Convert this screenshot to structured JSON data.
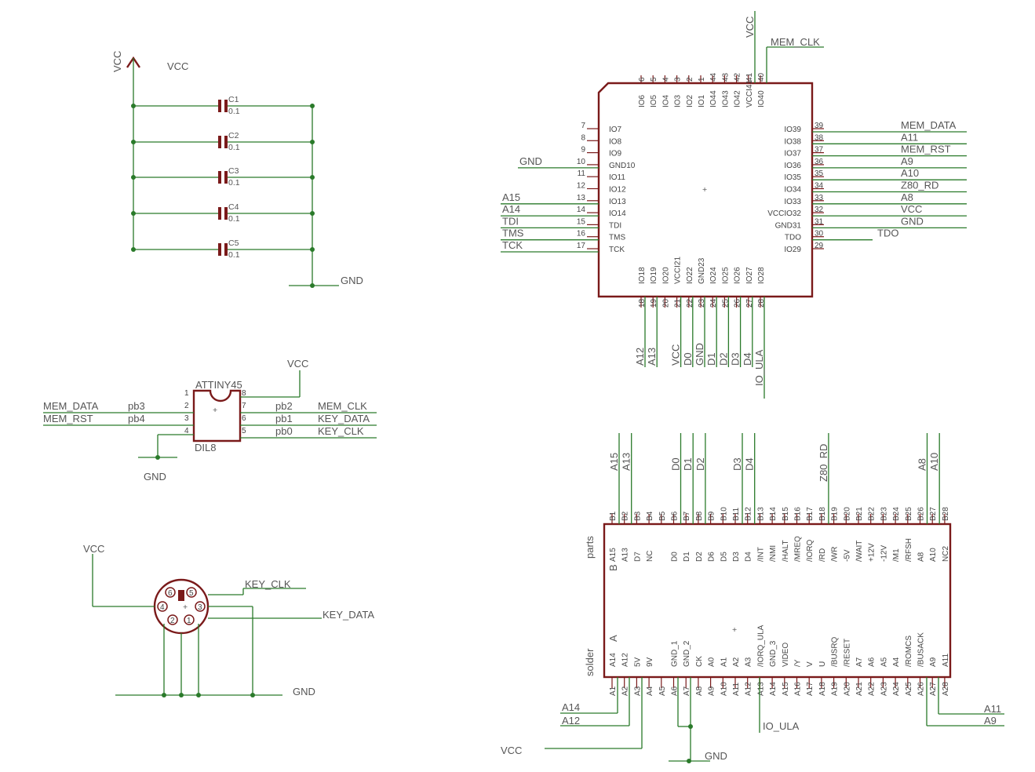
{
  "colors": {
    "wire": "#2a7a2a",
    "part": "#7a1a1a",
    "text": "#555555",
    "background": "#ffffff"
  },
  "power": {
    "vcc_symbol_label": "VCC",
    "vcc_bus_label": "VCC",
    "gnd_bus_label": "GND",
    "capacitors": [
      {
        "name": "C1",
        "value": "0.1"
      },
      {
        "name": "C2",
        "value": "0.1"
      },
      {
        "name": "C3",
        "value": "0.1"
      },
      {
        "name": "C4",
        "value": "0.1"
      },
      {
        "name": "C5",
        "value": "0.1"
      }
    ]
  },
  "attiny": {
    "name": "ATTINY45",
    "package": "DIL8",
    "vcc_label": "VCC",
    "gnd_label": "GND",
    "pins": [
      {
        "num": "1",
        "port": "",
        "net": ""
      },
      {
        "num": "2",
        "port": "pb3",
        "net": "MEM_DATA"
      },
      {
        "num": "3",
        "port": "pb4",
        "net": "MEM_RST"
      },
      {
        "num": "4",
        "port": "",
        "net": ""
      },
      {
        "num": "5",
        "port": "pb0",
        "net": "KEY_CLK"
      },
      {
        "num": "6",
        "port": "pb1",
        "net": "KEY_DATA"
      },
      {
        "num": "7",
        "port": "pb2",
        "net": "MEM_CLK"
      },
      {
        "num": "8",
        "port": "",
        "net": ""
      }
    ]
  },
  "ps2": {
    "vcc_label": "VCC",
    "gnd_label": "GND",
    "clk_label": "KEY_CLK",
    "data_label": "KEY_DATA",
    "pins": [
      "6",
      "5",
      "4",
      "3",
      "2",
      "1"
    ]
  },
  "cpld": {
    "top_nets": [
      "VCC",
      "MEM_CLK"
    ],
    "top_pins": [
      {
        "num": "6",
        "name": "IO6"
      },
      {
        "num": "5",
        "name": "IO5"
      },
      {
        "num": "4",
        "name": "IO4"
      },
      {
        "num": "3",
        "name": "IO3"
      },
      {
        "num": "2",
        "name": "IO2"
      },
      {
        "num": "1",
        "name": "IO1"
      },
      {
        "num": "44",
        "name": "IO44"
      },
      {
        "num": "43",
        "name": "IO43"
      },
      {
        "num": "42",
        "name": "IO42"
      },
      {
        "num": "41",
        "name": "VCCI41"
      },
      {
        "num": "40",
        "name": "IO40"
      }
    ],
    "left_pins": [
      {
        "num": "7",
        "name": "IO7",
        "net": ""
      },
      {
        "num": "8",
        "name": "IO8",
        "net": ""
      },
      {
        "num": "9",
        "name": "IO9",
        "net": ""
      },
      {
        "num": "10",
        "name": "GND10",
        "net": "GND"
      },
      {
        "num": "11",
        "name": "IO11",
        "net": ""
      },
      {
        "num": "12",
        "name": "IO12",
        "net": ""
      },
      {
        "num": "13",
        "name": "IO13",
        "net": "A15"
      },
      {
        "num": "14",
        "name": "IO14",
        "net": "A14"
      },
      {
        "num": "15",
        "name": "TDI",
        "net": "TDI"
      },
      {
        "num": "16",
        "name": "TMS",
        "net": "TMS"
      },
      {
        "num": "17",
        "name": "TCK",
        "net": "TCK"
      }
    ],
    "right_pins": [
      {
        "num": "39",
        "name": "IO39",
        "net": "MEM_DATA"
      },
      {
        "num": "38",
        "name": "IO38",
        "net": "A11"
      },
      {
        "num": "37",
        "name": "IO37",
        "net": "MEM_RST"
      },
      {
        "num": "36",
        "name": "IO36",
        "net": "A9"
      },
      {
        "num": "35",
        "name": "IO35",
        "net": "A10"
      },
      {
        "num": "34",
        "name": "IO34",
        "net": "Z80_RD"
      },
      {
        "num": "33",
        "name": "IO33",
        "net": "A8"
      },
      {
        "num": "32",
        "name": "VCCIO32",
        "net": "VCC"
      },
      {
        "num": "31",
        "name": "GND31",
        "net": "GND"
      },
      {
        "num": "30",
        "name": "TDO",
        "net": "TDO"
      },
      {
        "num": "29",
        "name": "IO29",
        "net": ""
      }
    ],
    "bottom_pins": [
      {
        "num": "18",
        "name": "IO18",
        "net": "A12"
      },
      {
        "num": "19",
        "name": "IO19",
        "net": "A13"
      },
      {
        "num": "20",
        "name": "IO20",
        "net": ""
      },
      {
        "num": "21",
        "name": "VCCI21",
        "net": "VCC"
      },
      {
        "num": "22",
        "name": "IO22",
        "net": "D0"
      },
      {
        "num": "23",
        "name": "GND23",
        "net": "GND"
      },
      {
        "num": "24",
        "name": "IO24",
        "net": "D1"
      },
      {
        "num": "25",
        "name": "IO25",
        "net": "D2"
      },
      {
        "num": "26",
        "name": "IO26",
        "net": "D3"
      },
      {
        "num": "27",
        "name": "IO27",
        "net": "D4"
      },
      {
        "num": "28",
        "name": "IO28",
        "net": "IO_ULA"
      }
    ]
  },
  "edge": {
    "side_b_label": "parts",
    "side_b_letter": "B",
    "side_a_label": "solder",
    "side_a_letter": "A",
    "b_pins": [
      "B1",
      "B2",
      "B3",
      "B4",
      "B5",
      "B6",
      "B7",
      "B8",
      "B9",
      "B10",
      "B11",
      "B12",
      "B13",
      "B14",
      "B15",
      "B16",
      "B17",
      "B18",
      "B19",
      "B20",
      "B21",
      "B22",
      "B23",
      "B24",
      "B25",
      "B26",
      "B27",
      "B28"
    ],
    "b_names": [
      "A15",
      "A13",
      "D7",
      "NC",
      "",
      "D0",
      "D1",
      "D2",
      "D6",
      "D5",
      "D3",
      "D4",
      "/INT",
      "/NMI",
      "/HALT",
      "/MREQ",
      "/IORQ",
      "/RD",
      "/WR",
      "-5V",
      "/WAIT",
      "+12V",
      "-12V",
      "/M1",
      "/RFSH",
      "A8",
      "A10",
      "NC2"
    ],
    "b_nets": [
      "A15",
      "A13",
      "",
      "",
      "",
      "D0",
      "D1",
      "D2",
      "",
      "",
      "D3",
      "D4",
      "",
      "",
      "",
      "",
      "",
      "Z80_RD",
      "",
      "",
      "",
      "",
      "",
      "",
      "",
      "A8",
      "A10",
      ""
    ],
    "a_pins": [
      "A1",
      "A2",
      "A3",
      "A4",
      "A5",
      "A6",
      "A7",
      "A8",
      "A9",
      "A10",
      "A11",
      "A12",
      "A13",
      "A14",
      "A15",
      "A16",
      "A17",
      "A18",
      "A19",
      "A20",
      "A21",
      "A22",
      "A23",
      "A24",
      "A25",
      "A26",
      "A27",
      "A28"
    ],
    "a_names": [
      "A14",
      "A12",
      "5V",
      "9V",
      "",
      "GND_1",
      "GND_2",
      "CK",
      "A0",
      "A1",
      "A2",
      "A3",
      "/IORQ_ULA",
      "GND_3",
      "VIDEO",
      "/Y",
      "V",
      "U",
      "/BUSRQ",
      "/RESET",
      "A7",
      "A6",
      "A5",
      "A4",
      "/ROMCS",
      "/BUSACK",
      "A9",
      "A11"
    ],
    "net_a14": "A14",
    "net_a12": "A12",
    "net_vcc": "VCC",
    "net_gnd": "GND",
    "net_io_ula": "IO_ULA",
    "net_a11": "A11",
    "net_a9": "A9"
  }
}
